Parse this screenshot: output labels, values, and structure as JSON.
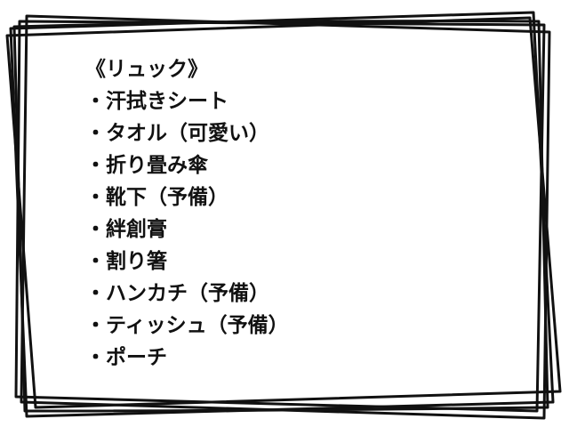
{
  "heading": "《リュック》",
  "items": [
    "・汗拭きシート",
    "・タオル（可愛い）",
    "・折り畳み傘",
    "・靴下（予備）",
    "・絆創膏",
    "・割り箸",
    "・ハンカチ（予備）",
    "・ティッシュ（予備）",
    "・ポーチ"
  ],
  "colors": {
    "stroke": "#111111",
    "background": "#ffffff"
  }
}
